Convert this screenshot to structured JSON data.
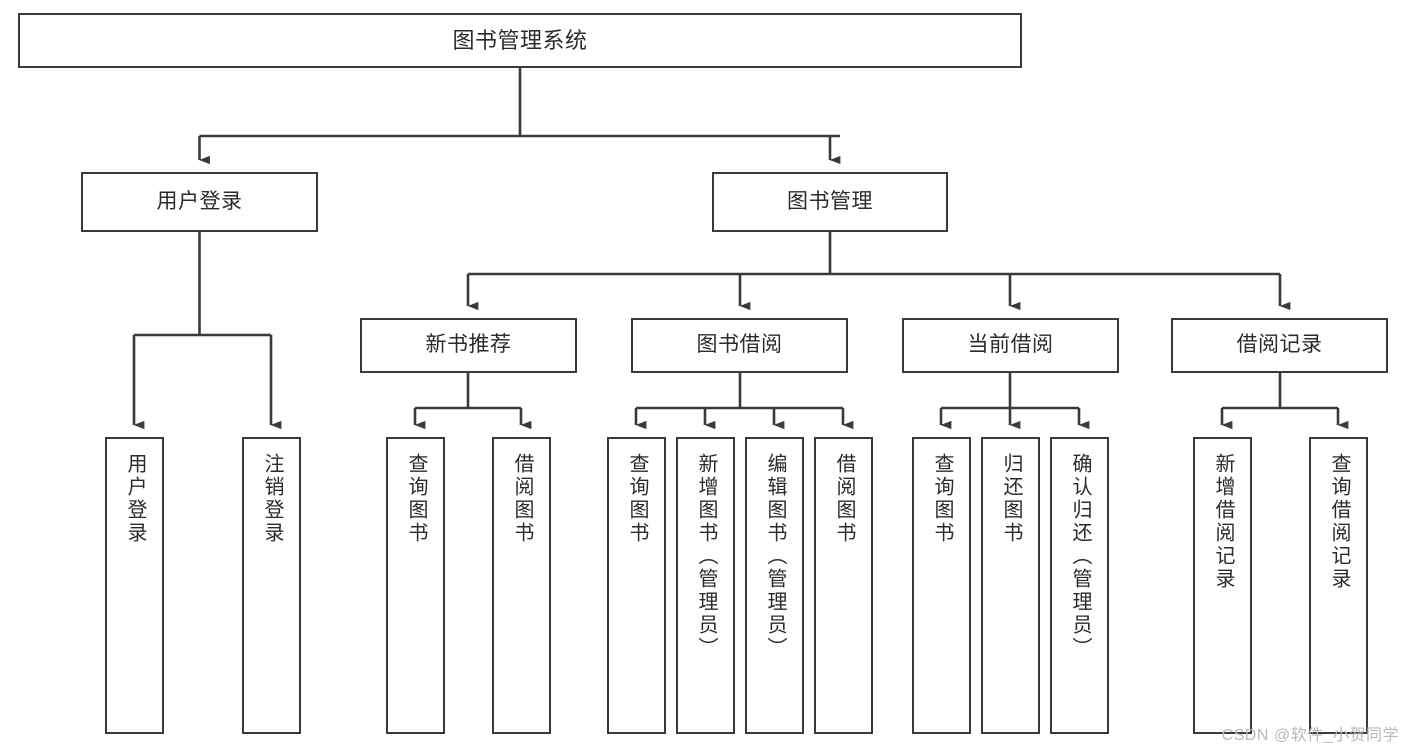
{
  "diagram": {
    "title": "图书管理系统",
    "background_color": "#ffffff",
    "line_color": "#3a3a3a",
    "text_color": "#2b2b2b",
    "type": "tree-hierarchy-chart",
    "levels": 4
  },
  "root": {
    "label": "图书管理系统"
  },
  "level2": [
    {
      "label": "用户登录"
    },
    {
      "label": "图书管理"
    }
  ],
  "level3": [
    {
      "label": "新书推荐"
    },
    {
      "label": "图书借阅"
    },
    {
      "label": "当前借阅"
    },
    {
      "label": "借阅记录"
    }
  ],
  "leaves": {
    "user_login": [
      {
        "label": "用户登录"
      },
      {
        "label": "注销登录"
      }
    ],
    "new_book": [
      {
        "label": "查询图书"
      },
      {
        "label": "借阅图书"
      }
    ],
    "book_borrow": [
      {
        "label": "查询图书"
      },
      {
        "label": "新增图书（管理员）"
      },
      {
        "label": "编辑图书（管理员）"
      },
      {
        "label": "借阅图书"
      }
    ],
    "current_borrow": [
      {
        "label": "查询图书"
      },
      {
        "label": "归还图书"
      },
      {
        "label": "确认归还（管理员）"
      }
    ],
    "borrow_record": [
      {
        "label": "新增借阅记录"
      },
      {
        "label": "查询借阅记录"
      }
    ]
  },
  "watermark": {
    "text": "CSDN @软件_小贺同学"
  }
}
